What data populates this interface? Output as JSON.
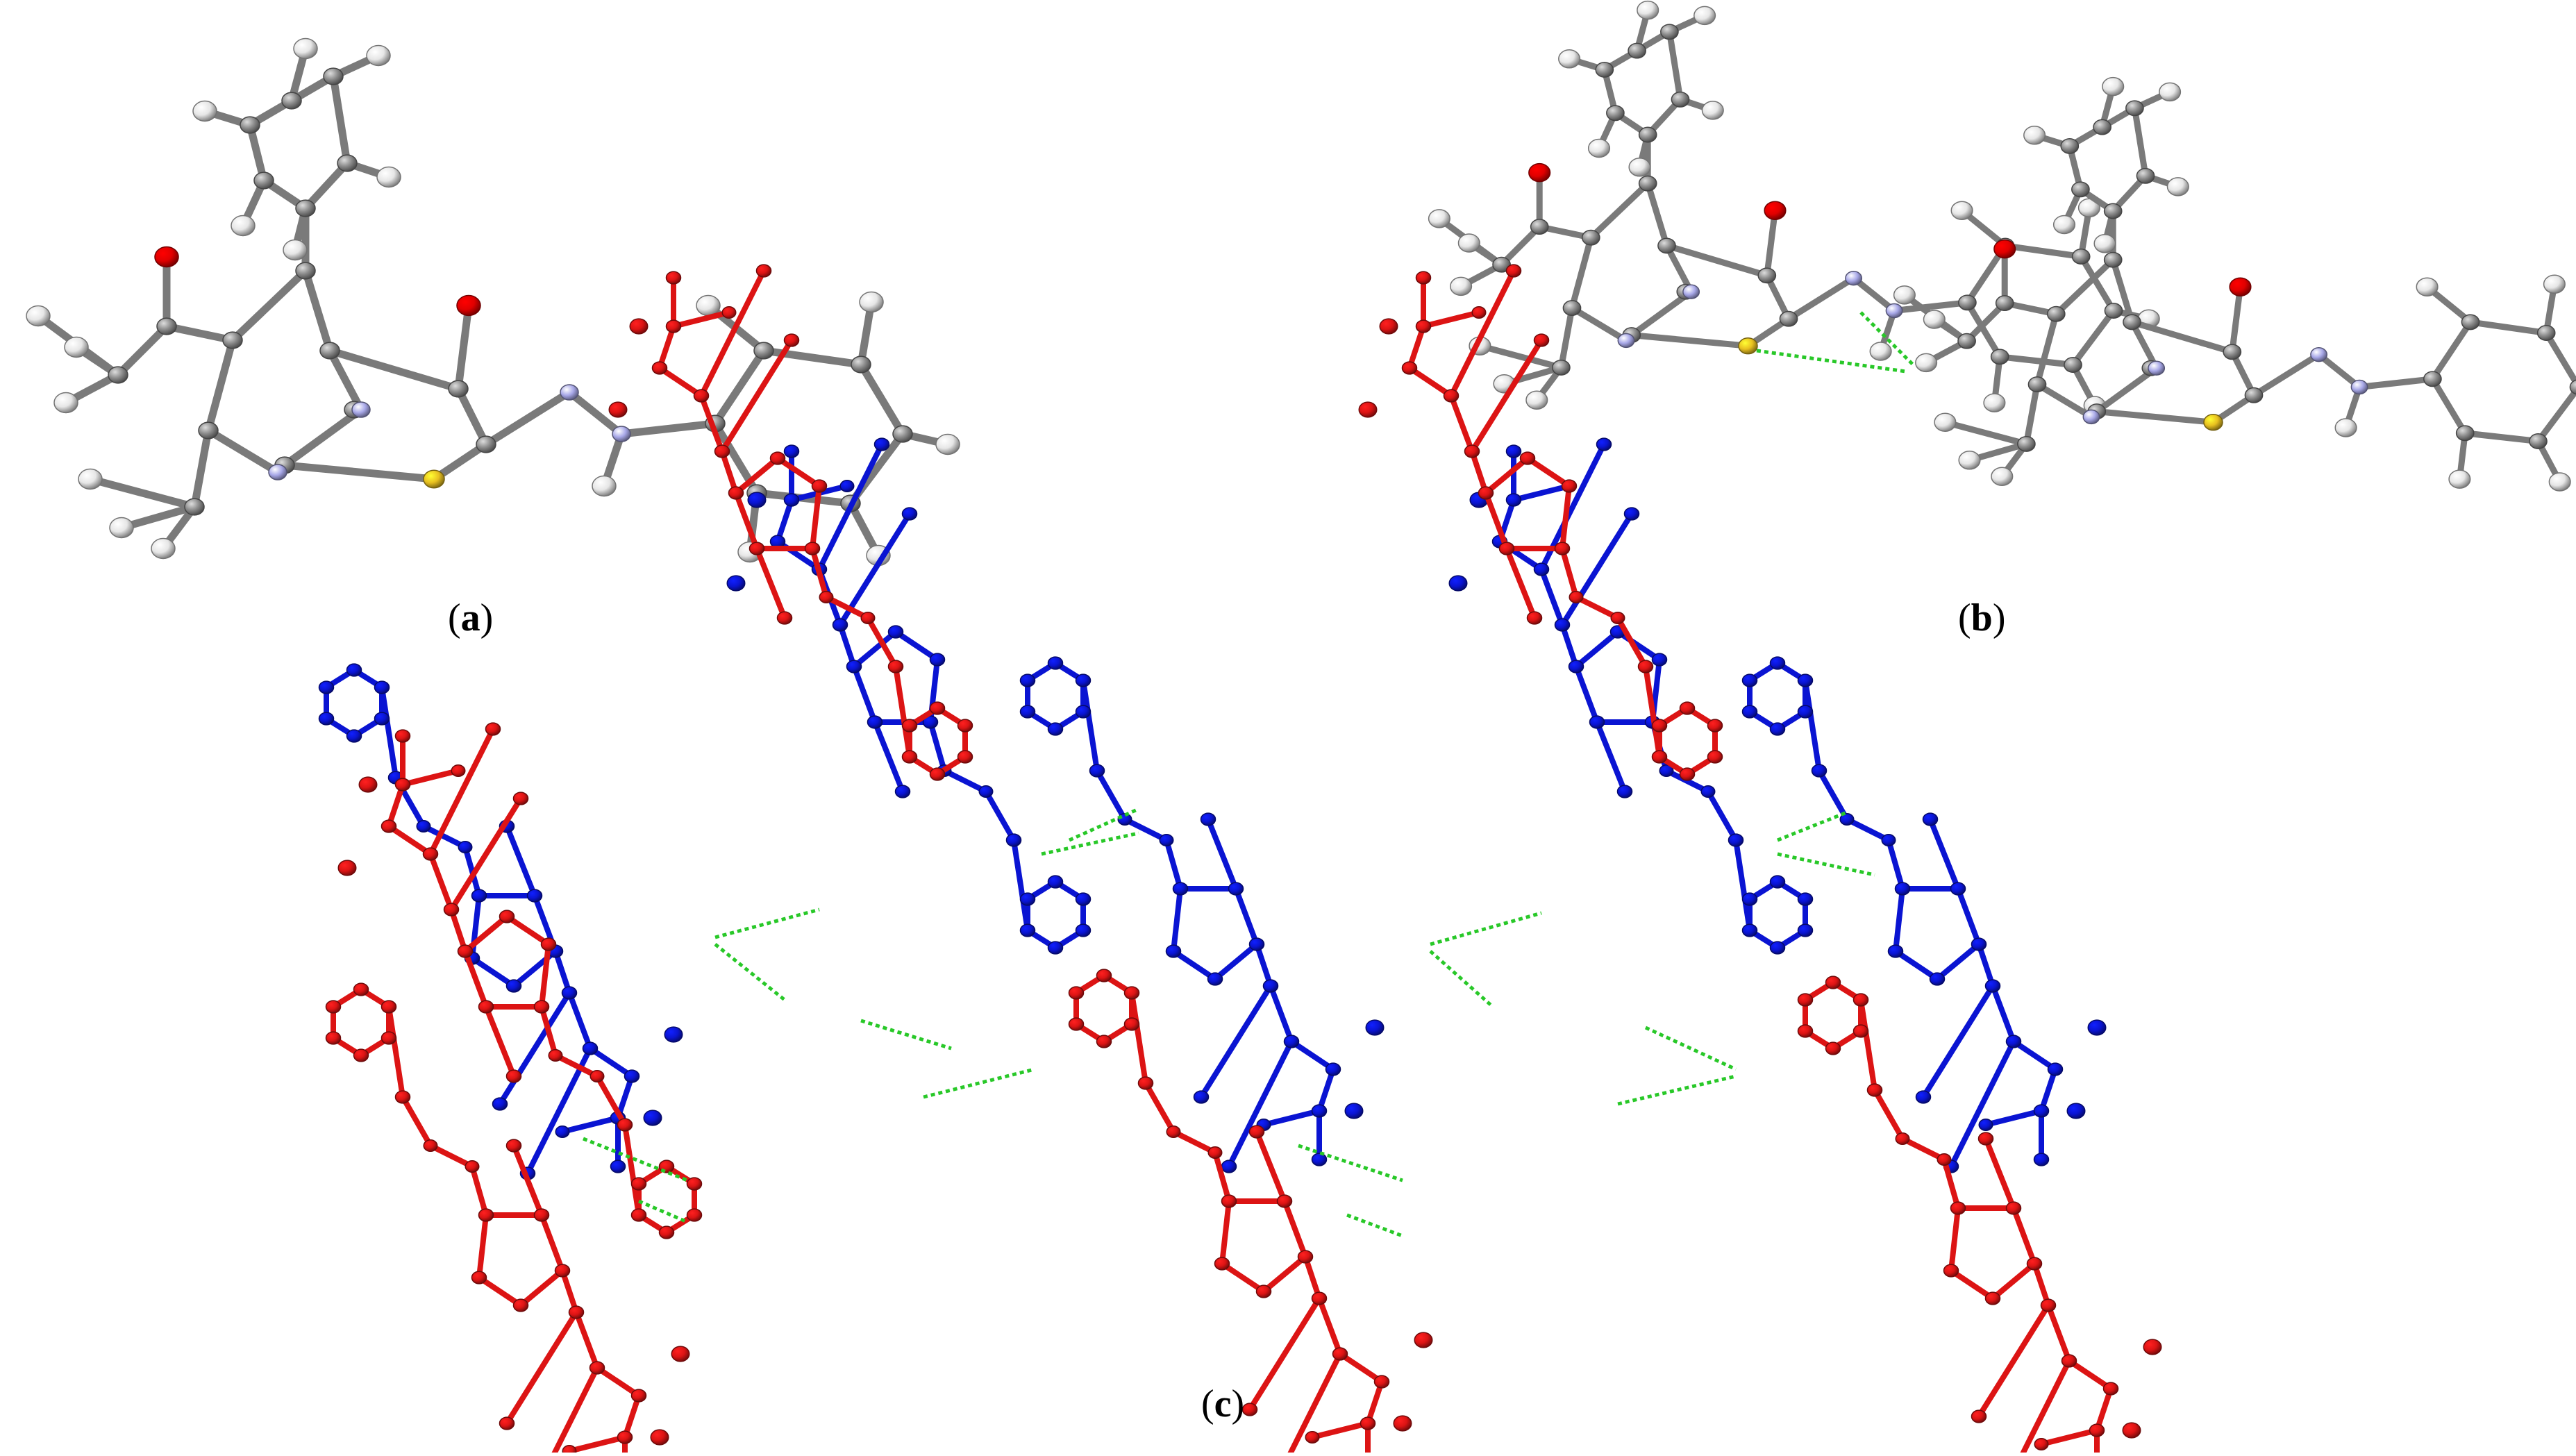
{
  "panels": [
    {
      "id": "a",
      "label": "a"
    },
    {
      "id": "b",
      "label": "b"
    },
    {
      "id": "c",
      "label": "c"
    }
  ],
  "colors": {
    "carbon": "#8a8a8a",
    "hydrogen": "#e6e6e6",
    "oxygen": "#e00000",
    "nitrogen": "#a8a8e8",
    "sulfur": "#e8c020",
    "molecule_blue": "#0a14d2",
    "molecule_red": "#dc1414",
    "hbond": "#28c828"
  }
}
